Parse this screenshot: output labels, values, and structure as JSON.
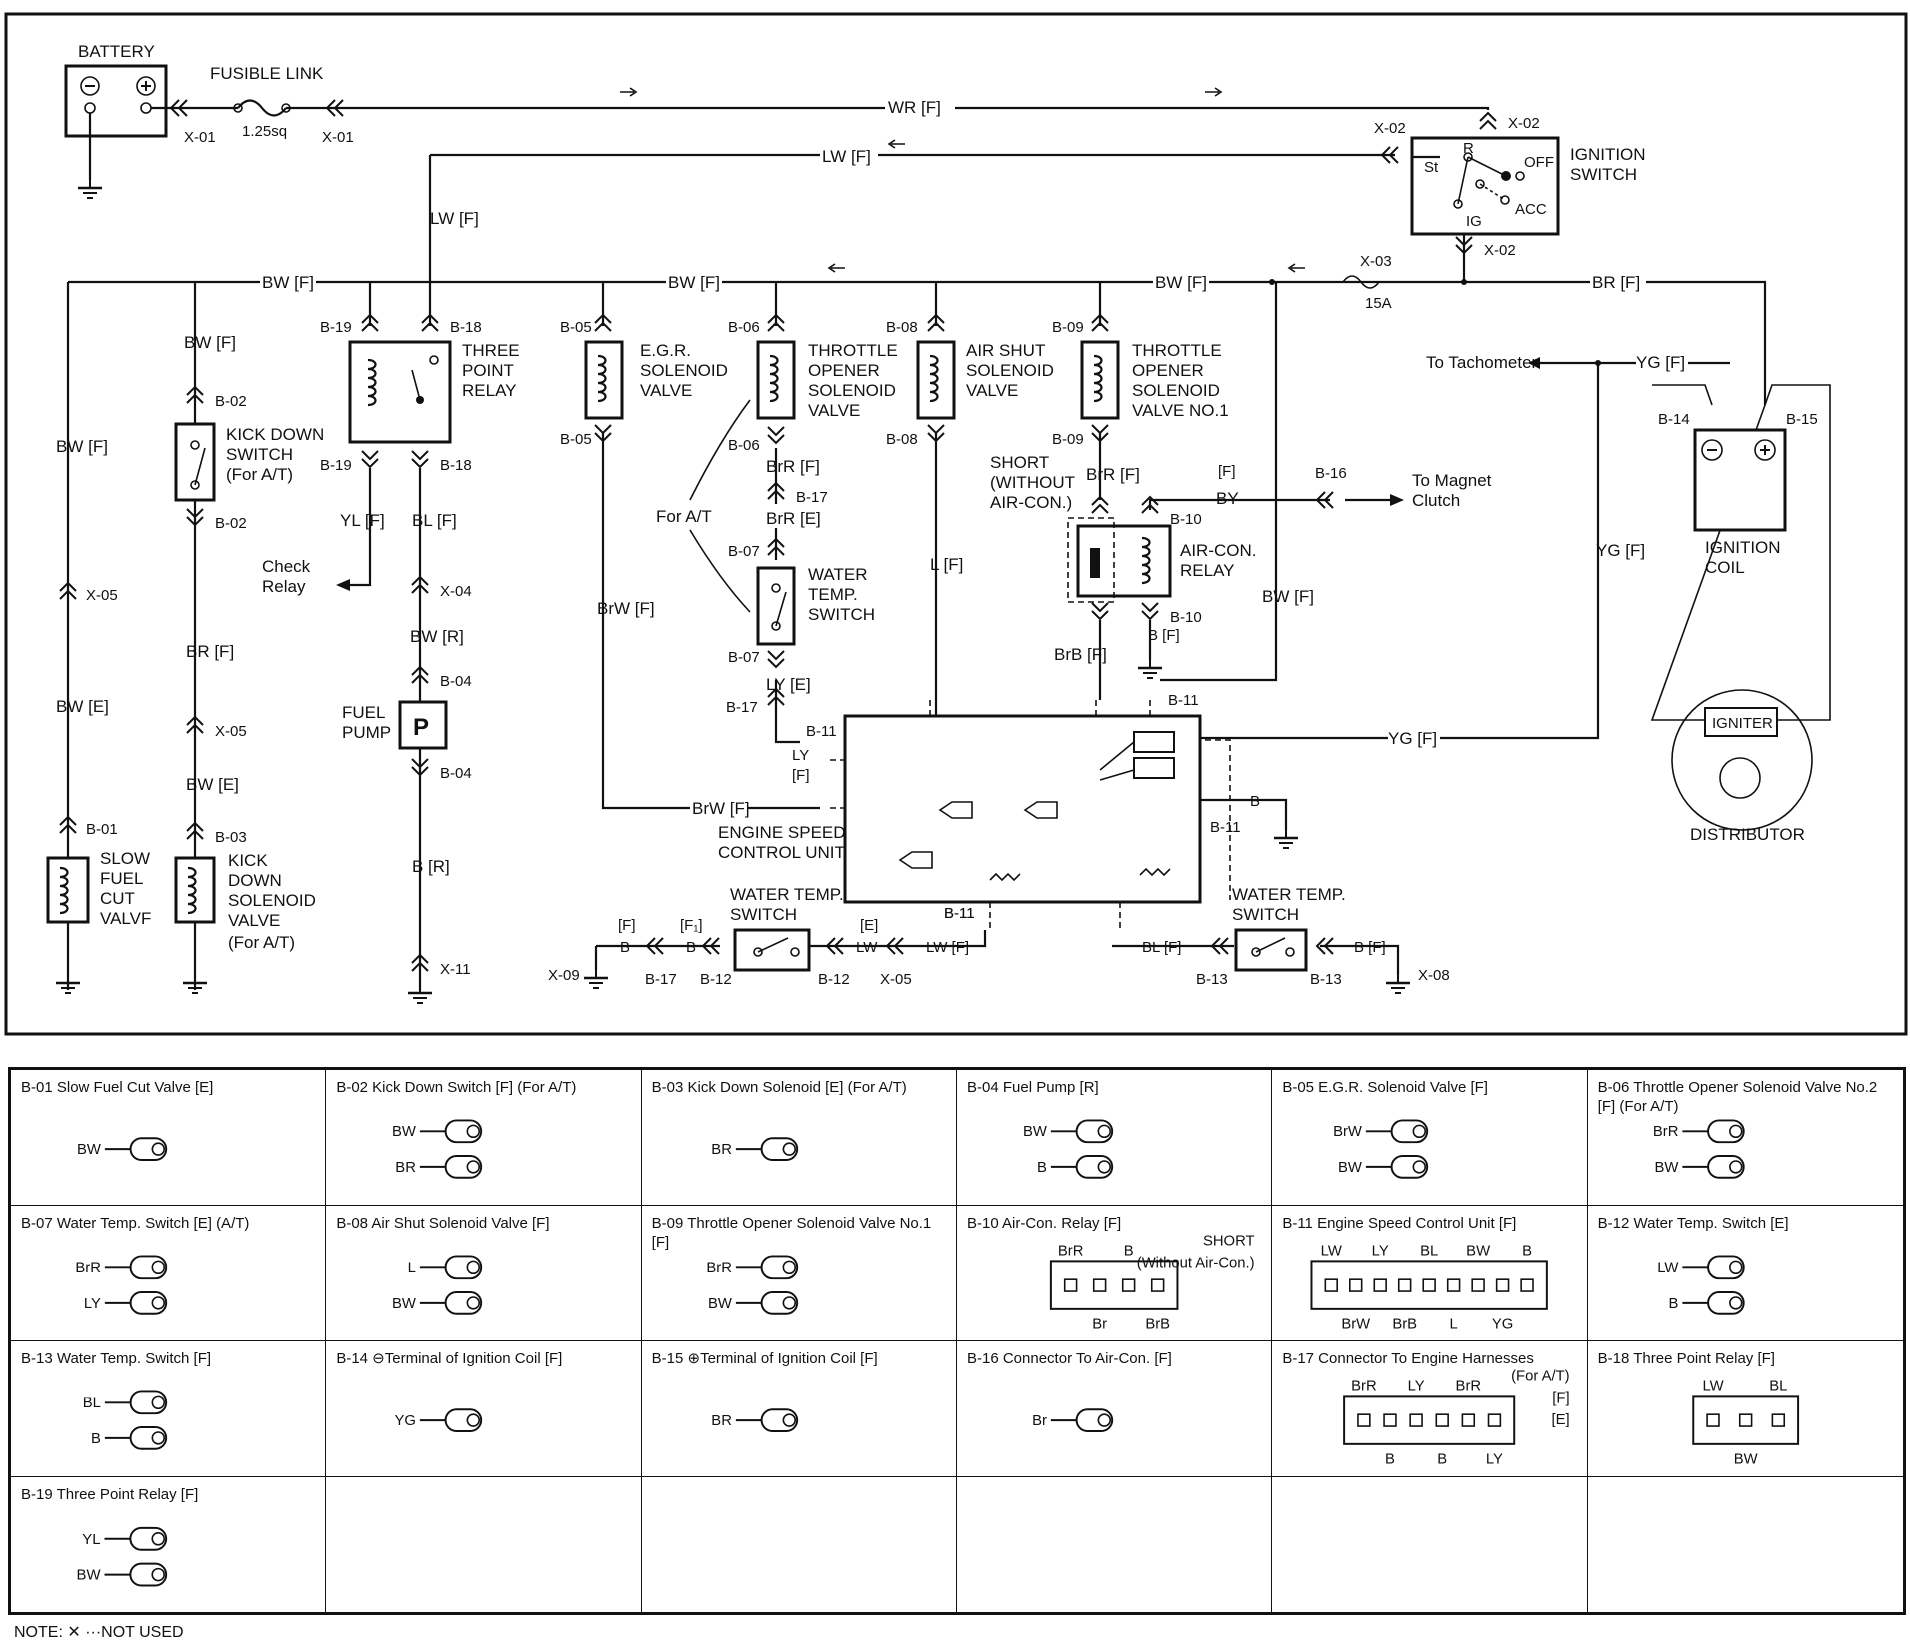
{
  "wires": {
    "wr_f": "WR [F]",
    "lw_f": "LW [F]",
    "bw_f": "BW [F]",
    "br_f": "BR [F]",
    "yg_f": "YG [F]",
    "bw_e": "BW [E]",
    "brw_f": "BrW [F]",
    "brr_f": "BrR [F]",
    "brr_e": "BrR [E]",
    "ly_e": "LY [E]",
    "yl_f": "YL [F]",
    "bl_f": "BL [F]",
    "bw_r": "BW [R]",
    "b_r": "B [R]",
    "l_f": "L [F]",
    "brb_f": "BrB [F]",
    "b_f": "B [F]",
    "f_tag": "[F]",
    "by": "BY",
    "ly": "LY",
    "b": "B",
    "lw": "LW",
    "f1_tag": "[F₁]",
    "e_tag": "[E]",
    "sq": "1.25sq",
    "amp": "15A"
  },
  "connectors": {
    "x01": "X-01",
    "x02": "X-02",
    "x03": "X-03",
    "x04": "X-04",
    "x05": "X-05",
    "x08": "X-08",
    "x09": "X-09",
    "x11": "X-11",
    "b01": "B-01",
    "b02": "B-02",
    "b03": "B-03",
    "b04": "B-04",
    "b05": "B-05",
    "b06": "B-06",
    "b07": "B-07",
    "b08": "B-08",
    "b09": "B-09",
    "b10": "B-10",
    "b11": "B-11",
    "b12": "B-12",
    "b13": "B-13",
    "b14": "B-14",
    "b15": "B-15",
    "b16": "B-16",
    "b17": "B-17",
    "b18": "B-18",
    "b19": "B-19"
  },
  "components": {
    "battery": "BATTERY",
    "fusible_link": "FUSIBLE LINK",
    "ignition_switch": [
      "IGNITION",
      "SWITCH"
    ],
    "switch_pos": {
      "st": "St",
      "r": "R",
      "off": "OFF",
      "acc": "ACC",
      "ig": "IG"
    },
    "tachometer": "To Tachometer",
    "ignition_coil": [
      "IGNITION",
      "COIL"
    ],
    "igniter": "IGNITER",
    "distributor": "DISTRIBUTOR",
    "kick_down_switch": [
      "KICK DOWN",
      "SWITCH",
      "(For A/T)"
    ],
    "check_relay": [
      "Check",
      "Relay"
    ],
    "three_point_relay": [
      "THREE",
      "POINT",
      "RELAY"
    ],
    "egr_valve": [
      "E.G.R.",
      "SOLENOID",
      "VALVE"
    ],
    "throttle_opener": [
      "THROTTLE",
      "OPENER",
      "SOLENOID",
      "VALVE"
    ],
    "air_shut": [
      "AIR SHUT",
      "SOLENOID",
      "VALVE"
    ],
    "throttle_opener1": [
      "THROTTLE",
      "OPENER",
      "SOLENOID",
      "VALVE NO.1"
    ],
    "short_note": [
      "SHORT",
      "(WITHOUT",
      "AIR-CON.)"
    ],
    "aircon_relay": [
      "AIR-CON.",
      "RELAY"
    ],
    "magnet_clutch": [
      "To Magnet",
      "Clutch"
    ],
    "for_at": "For A/T",
    "water_temp_switch": [
      "WATER",
      "TEMP.",
      "SWITCH"
    ],
    "fuel_pump": [
      "FUEL",
      "PUMP"
    ],
    "pump_p": "P",
    "escu": [
      "ENGINE SPEED",
      "CONTROL UNIT"
    ],
    "water_temp_switch2": [
      "WATER TEMP.",
      "SWITCH"
    ],
    "slow_fuel_cut": [
      "SLOW",
      "FUEL",
      "CUT",
      "VALVF"
    ],
    "kick_down_solenoid": [
      "KICK",
      "DOWN",
      "SOLENOID",
      "VALVE",
      "(For A/T)"
    ]
  },
  "table": {
    "cells": [
      {
        "title": "B-01 Slow Fuel Cut Valve [E]",
        "pins": [
          "BW"
        ]
      },
      {
        "title": "B-02 Kick Down Switch [F] (For A/T)",
        "pins": [
          "BW",
          "BR"
        ]
      },
      {
        "title": "B-03 Kick Down Solenoid [E] (For A/T)",
        "pins": [
          "BR"
        ]
      },
      {
        "title": "B-04 Fuel Pump [R]",
        "pins": [
          "BW",
          "B"
        ]
      },
      {
        "title": "B-05 E.G.R. Solenoid Valve [F]",
        "pins": [
          "BrW",
          "BW"
        ]
      },
      {
        "title": "B-06 Throttle Opener Solenoid Valve No.2 [F] (For A/T)",
        "pins": [
          "BrR",
          "BW"
        ]
      },
      {
        "title": "B-07 Water Temp. Switch [E] (A/T)",
        "pins": [
          "BrR",
          "LY"
        ]
      },
      {
        "title": "B-08 Air Shut Solenoid Valve [F]",
        "pins": [
          "L",
          "BW"
        ]
      },
      {
        "title": "B-09 Throttle Opener Solenoid Valve No.1 [F]",
        "pins": [
          "BrR",
          "BW"
        ]
      },
      {
        "title": "B-10 Air-Con. Relay [F]",
        "pins": [
          "BrR",
          "Br",
          "B",
          "BrB"
        ],
        "extra": [
          "SHORT",
          "(Without Air-Con.)"
        ]
      },
      {
        "title": "B-11 Engine Speed Control Unit [F]",
        "pins": [
          "LW",
          "BrW",
          "LY",
          "BrB",
          "BL",
          "L",
          "BW",
          "YG",
          "B"
        ]
      },
      {
        "title": "B-12 Water Temp. Switch [E]",
        "pins": [
          "LW",
          "B"
        ]
      },
      {
        "title": "B-13 Water Temp. Switch [F]",
        "pins": [
          "BL",
          "B"
        ]
      },
      {
        "title": "B-14 ⊖Terminal of Ignition Coil [F]",
        "pins": [
          "YG"
        ]
      },
      {
        "title": "B-15 ⊕Terminal of Ignition Coil [F]",
        "pins": [
          "BR"
        ]
      },
      {
        "title": "B-16 Connector To Air-Con. [F]",
        "pins": [
          "Br"
        ]
      },
      {
        "title": "B-17 Connector To Engine Harnesses",
        "pins": [
          "BrR",
          "B",
          "LY",
          "B",
          "BrR",
          "LY"
        ],
        "extra": [
          "(For A/T)",
          "[F]",
          "[E]"
        ]
      },
      {
        "title": "B-18 Three Point Relay [F]",
        "pins": [
          "LW",
          "BW",
          "BL"
        ]
      },
      {
        "title": "B-19 Three Point Relay [F]",
        "pins": [
          "YL",
          "BW"
        ]
      },
      {
        "title": "",
        "pins": []
      },
      {
        "title": "",
        "pins": []
      },
      {
        "title": "",
        "pins": []
      },
      {
        "title": "",
        "pins": []
      },
      {
        "title": "",
        "pins": []
      }
    ]
  },
  "note": "NOTE: ✕ ···NOT USED"
}
